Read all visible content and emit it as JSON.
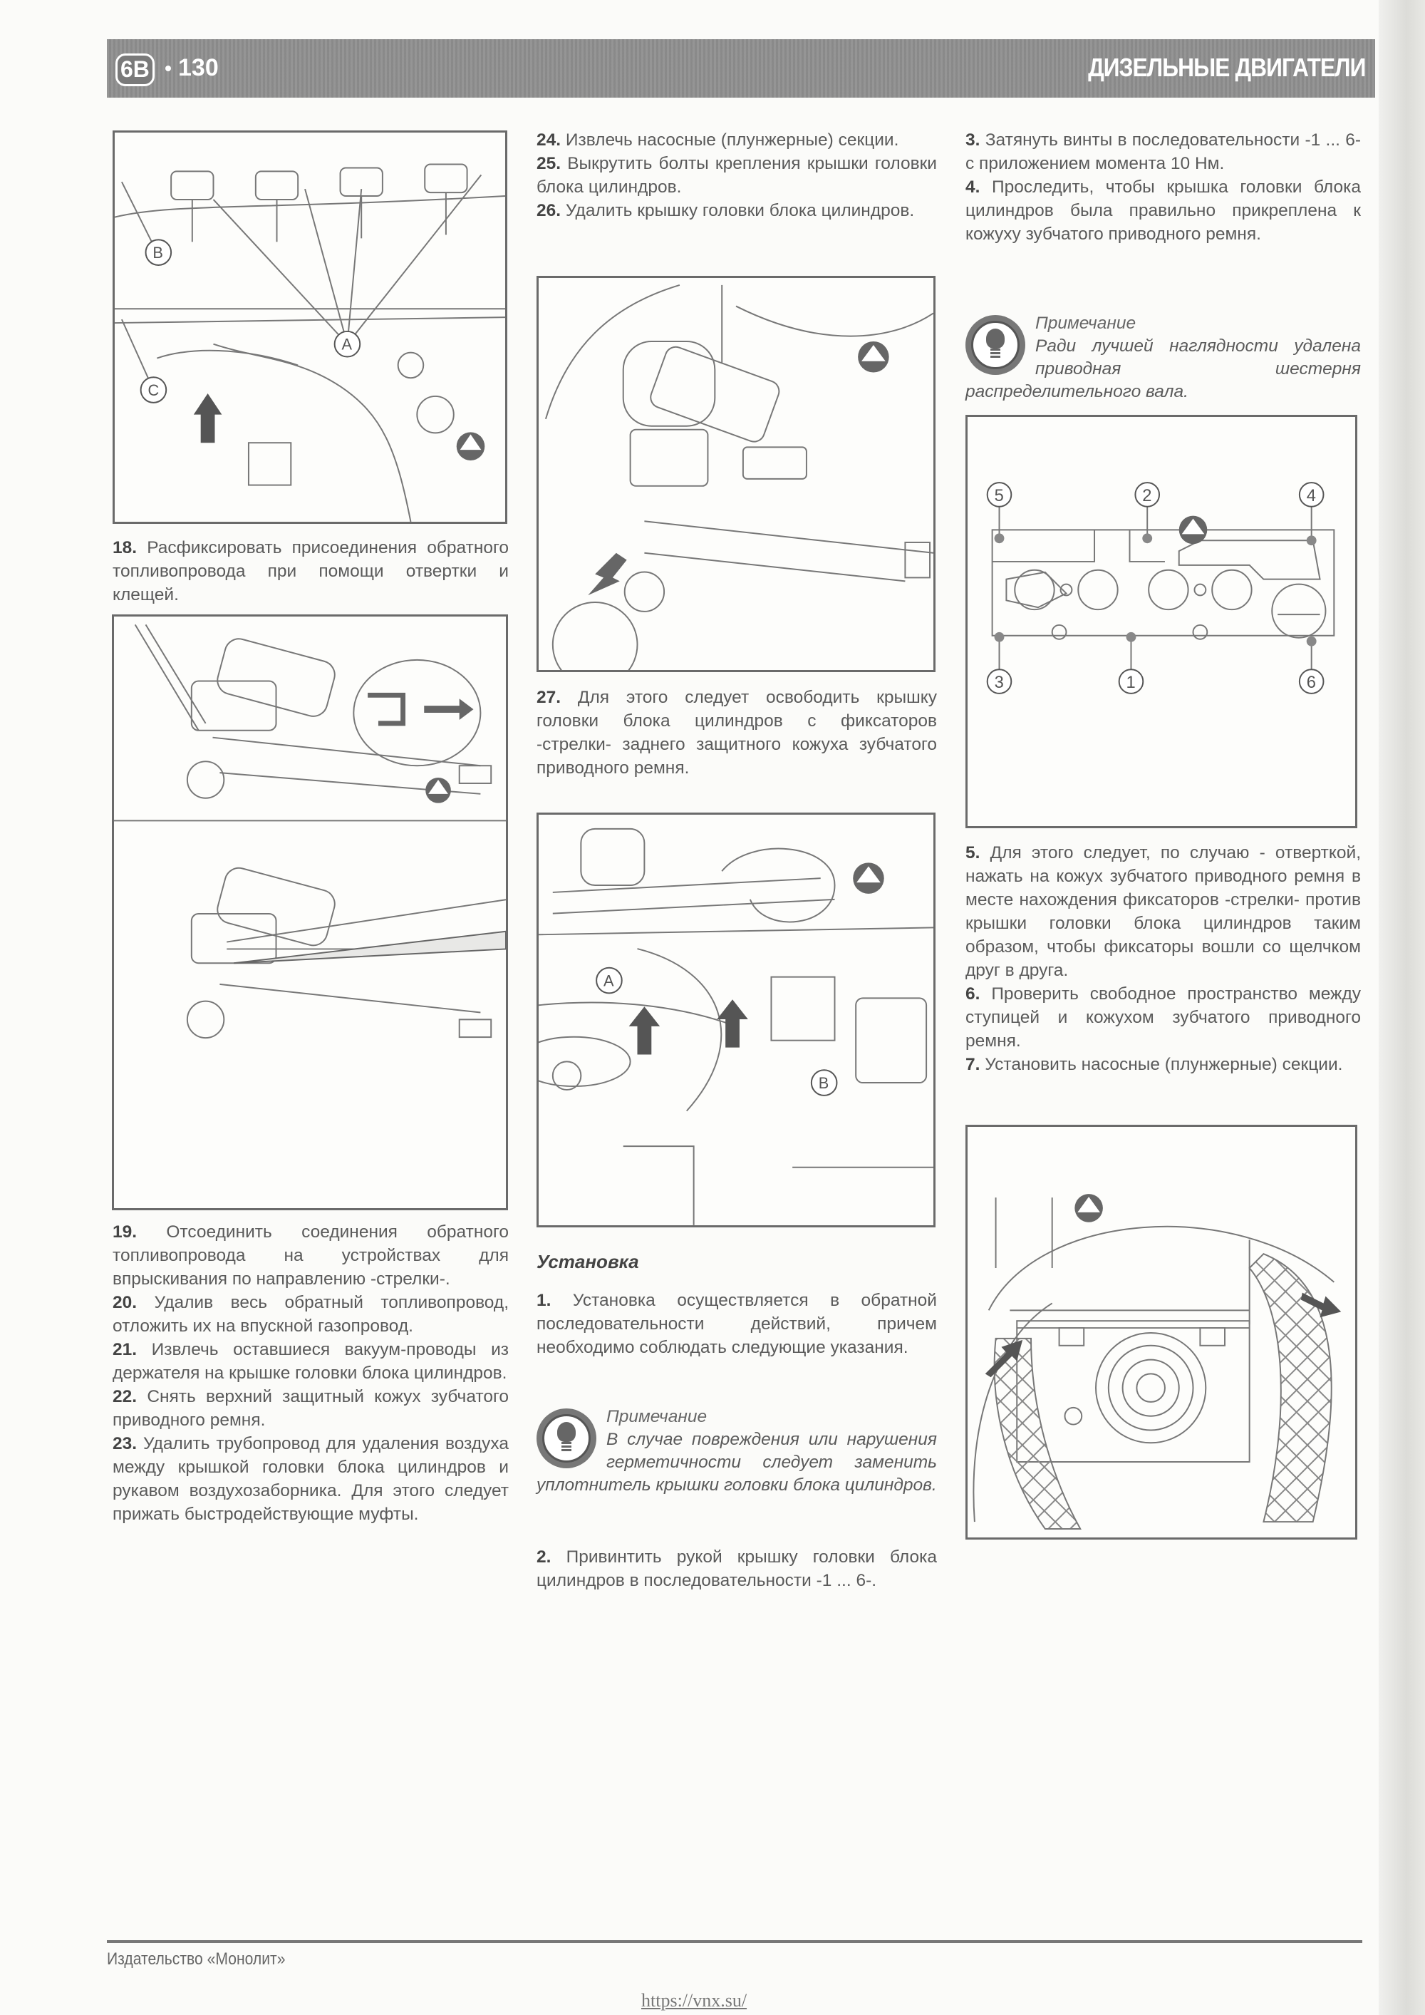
{
  "header": {
    "chapter": "6B",
    "page_number": "130",
    "section_title": "ДИЗЕЛЬНЫЕ ДВИГАТЕЛИ"
  },
  "column1": {
    "figure1": {
      "callouts": [
        "A",
        "B",
        "C"
      ],
      "icon": "monolit-logo"
    },
    "step18": {
      "num": "18.",
      "text": "Расфиксировать присоединения обратного топливопровода при помощи отвертки и клещей."
    },
    "figure2": {
      "panels": 2,
      "icon": "monolit-logo"
    },
    "step19": {
      "num": "19.",
      "text": "Отсоединить соединения обратного топливопровода на устройствах для впрыскивания по направлению -стрелки-."
    },
    "step20": {
      "num": "20.",
      "text": "Удалив весь обратный топливопровод, отложить их на впускной газопровод."
    },
    "step21": {
      "num": "21.",
      "text": "Извлечь оставшиеся вакуум-проводы из держателя на крышке головки блока цилиндров."
    },
    "step22": {
      "num": "22.",
      "text": "Снять верхний защитный кожух зубчатого приводного ремня."
    },
    "step23": {
      "num": "23.",
      "text": "Удалить трубопровод для удаления воздуха между крышкой головки блока цилиндров и рукавом воздухозаборника. Для этого следует прижать быстродействующие муфты."
    }
  },
  "column2": {
    "step24": {
      "num": "24.",
      "text": "Извлечь насосные (плунжерные) секции."
    },
    "step25": {
      "num": "25.",
      "text": "Выкрутить болты крепления крышки головки блока цилиндров."
    },
    "step26": {
      "num": "26.",
      "text": "Удалить крышку головки блока цилиндров."
    },
    "figure1": {
      "icon": "monolit-logo"
    },
    "step27": {
      "num": "27.",
      "text": "Для этого следует освободить крышку головки блока цилиндров с фиксаторов -стрелки- заднего защитного кожуха зубчатого приводного ремня."
    },
    "figure2": {
      "callouts": [
        "A",
        "B"
      ],
      "icon": "monolit-logo"
    },
    "install_heading": "Установка",
    "install1": {
      "num": "1.",
      "text": "Установка осуществляется в обратной последовательности действий, причем необходимо соблюдать следующие указания."
    },
    "note": {
      "title": "Примечание",
      "text": "В случае повреждения или нарушения герметичности следует заменить уплотнитель крышки головки блока цилиндров."
    },
    "install2": {
      "num": "2.",
      "text": "Привинтить рукой крышку головки блока цилиндров в последовательности -1 ... 6-."
    }
  },
  "column3": {
    "install3": {
      "num": "3.",
      "text": "Затянуть винты в последовательности -1 ... 6- с приложением момента 10 Нм."
    },
    "install4": {
      "num": "4.",
      "text": "Проследить, чтобы крышка головки блока цилиндров была правильно прикреплена к кожуху зубчатого приводного ремня."
    },
    "note": {
      "title": "Примечание",
      "text": "Ради лучшей наглядности удалена приводная шестерня распределительного вала."
    },
    "figure1": {
      "callouts": [
        "5",
        "2",
        "4",
        "3",
        "1",
        "6"
      ],
      "icon": "monolit-logo"
    },
    "install5": {
      "num": "5.",
      "text": "Для этого следует, по случаю - отверткой, нажать на кожух зубчатого приводного ремня в месте нахождения фиксаторов -стрелки- против крышки головки блока цилиндров таким образом, чтобы фиксаторы вошли со щелчком друг в друга."
    },
    "install6": {
      "num": "6.",
      "text": "Проверить свободное пространство между ступицей и кожухом зубчатого приводного ремня."
    },
    "install7": {
      "num": "7.",
      "text": "Установить насосные (плунжерные) секции."
    },
    "figure2": {
      "icon": "monolit-logo"
    }
  },
  "footer": {
    "publisher": "Издательство «Монолит»",
    "link": "https://vnx.su/"
  }
}
